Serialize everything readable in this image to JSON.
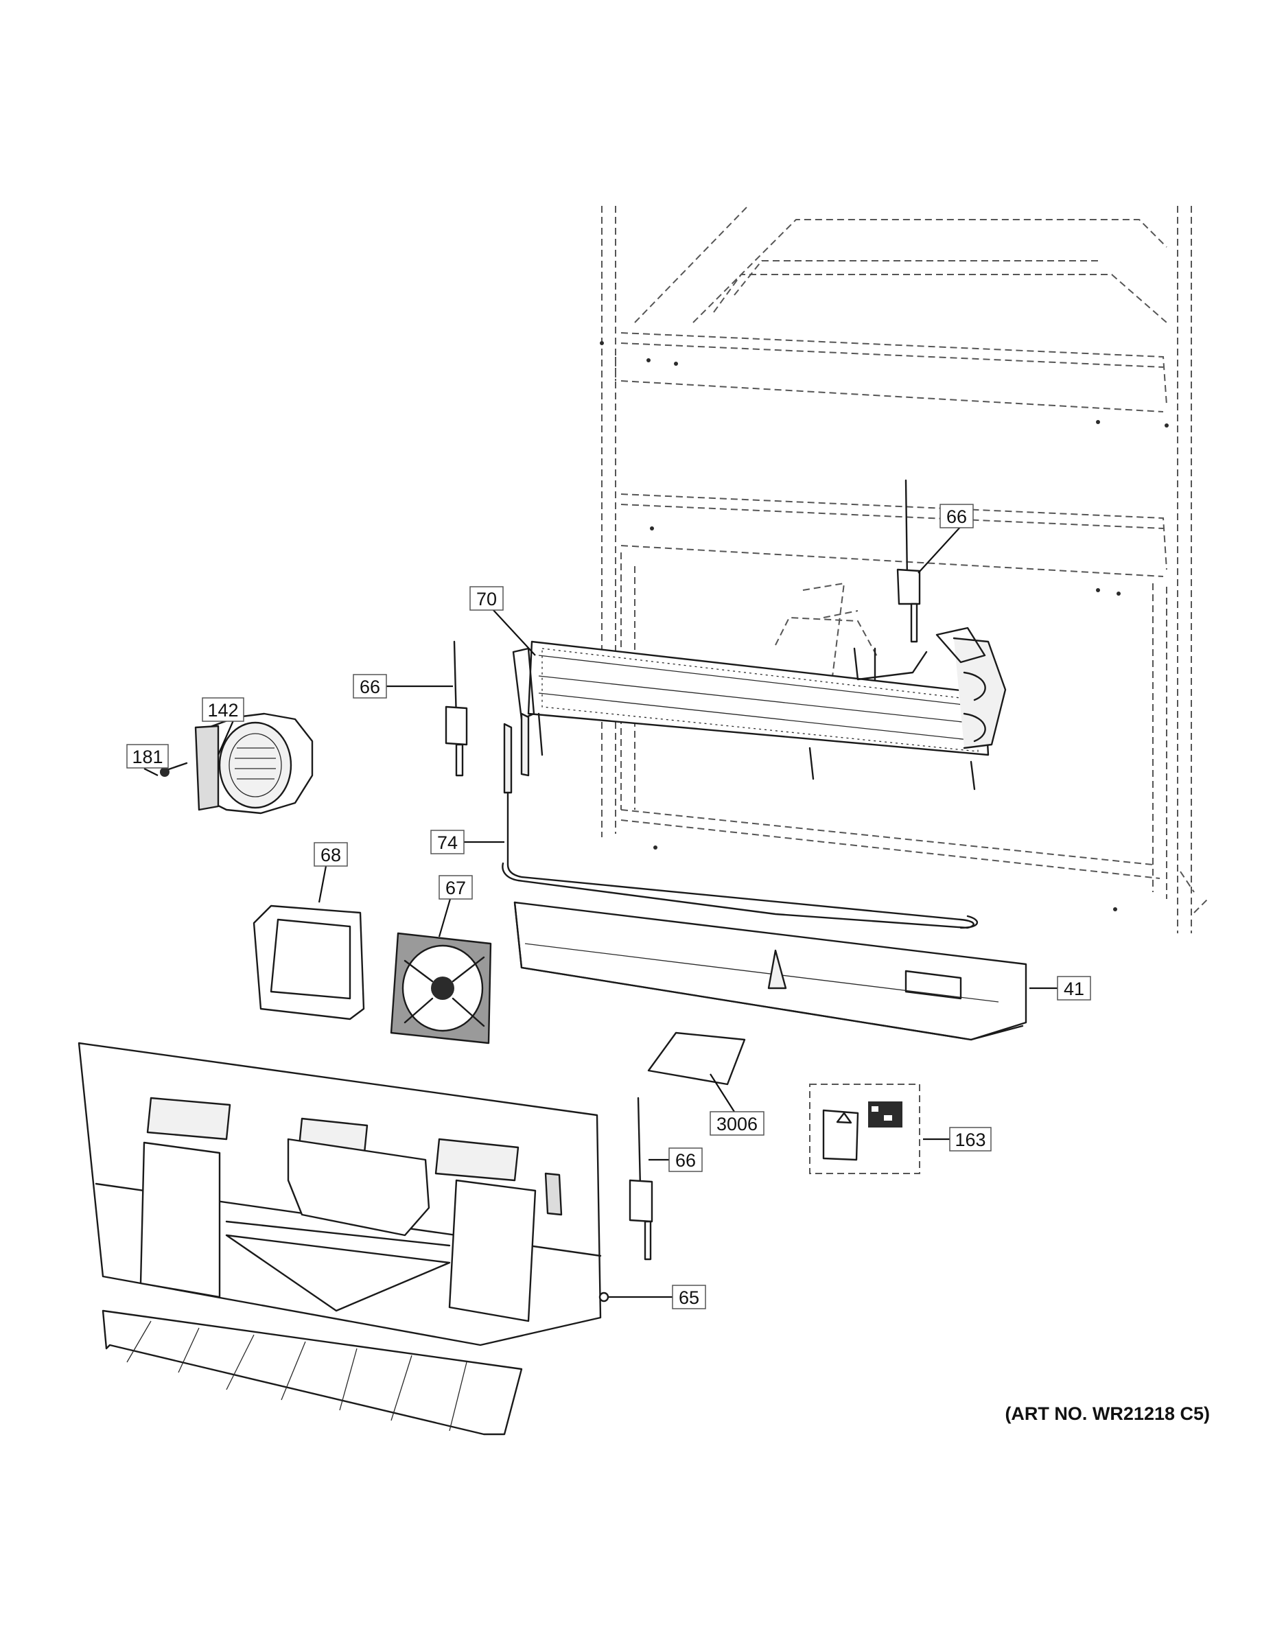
{
  "diagram": {
    "art_number": "(ART NO. WR21218 C5)",
    "callouts": [
      {
        "id": "66a",
        "text": "66"
      },
      {
        "id": "70",
        "text": "70"
      },
      {
        "id": "66b",
        "text": "66"
      },
      {
        "id": "142",
        "text": "142"
      },
      {
        "id": "181",
        "text": "181"
      },
      {
        "id": "74",
        "text": "74"
      },
      {
        "id": "68",
        "text": "68"
      },
      {
        "id": "67",
        "text": "67"
      },
      {
        "id": "41",
        "text": "41"
      },
      {
        "id": "3006",
        "text": "3006"
      },
      {
        "id": "163",
        "text": "163"
      },
      {
        "id": "66c",
        "text": "66"
      },
      {
        "id": "65",
        "text": "65"
      }
    ]
  }
}
